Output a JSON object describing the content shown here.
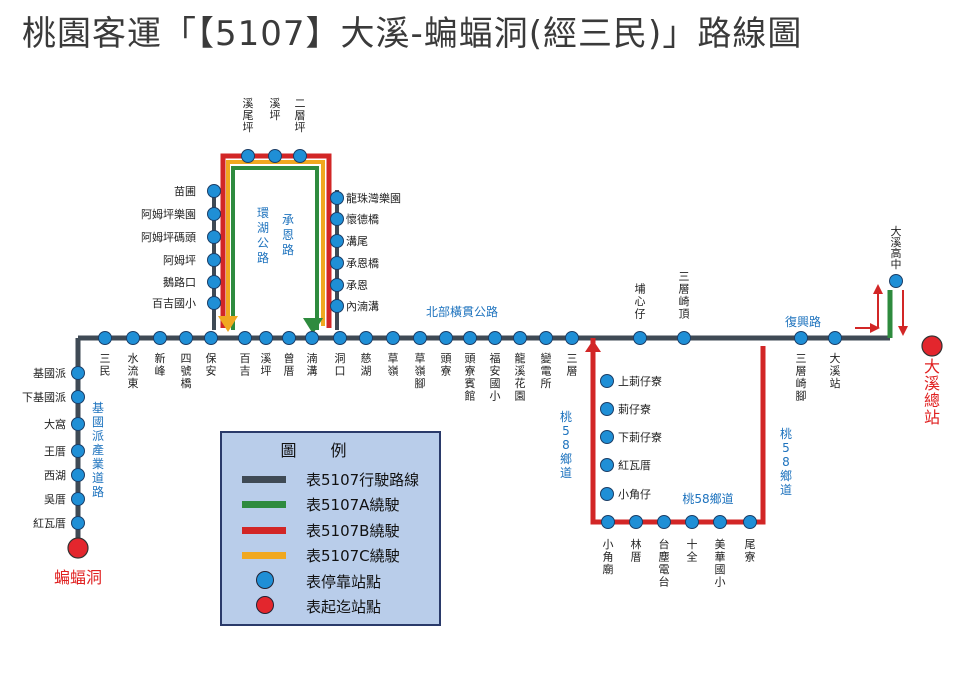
{
  "title": "桃園客運「【5107】大溪-蝙蝠洞(經三民)」路線圖",
  "colors": {
    "main": "#3f4a55",
    "route_a": "#2e8b3e",
    "route_b": "#d22626",
    "route_c": "#f0a820",
    "stop": "#1f8fd6",
    "terminal": "#e3262d",
    "road_label": "#1e73be"
  },
  "terminals": {
    "start": "蝙蝠洞",
    "end": "大溪總站"
  },
  "roads": {
    "north_road": "北部橫貫公路",
    "fuxing_road": "復興路",
    "huanhu": "環湖公路",
    "chengen": "承恩路",
    "jiguo": "基國派產業道路",
    "tao58_left": "桃58鄉道",
    "tao58_mid": "桃58鄉道",
    "tao58_right": "桃58鄉道"
  },
  "stops": {
    "west_branch": [
      "蝙蝠洞",
      "紅瓦厝",
      "吳厝",
      "西湖",
      "王厝",
      "大窩",
      "下基國派",
      "基國派"
    ],
    "main_line": [
      "三民",
      "水流東",
      "新峰",
      "四號橋",
      "保安",
      "百吉",
      "溪坪",
      "曾厝",
      "湳溝",
      "洞口",
      "慈湖",
      "草嶺",
      "草嶺腳",
      "頭寮",
      "頭寮賓館",
      "福安國小",
      "龍溪花園",
      "變電所",
      "三層",
      "埔心仔",
      "三層崎頂",
      "三層崎腳",
      "大溪站"
    ],
    "loop_left": [
      "百吉國小",
      "鵝路口",
      "阿姆坪",
      "阿姆坪碼頭",
      "阿姆坪樂園",
      "苗圃"
    ],
    "loop_top": [
      "溪尾坪",
      "溪坪",
      "二層坪"
    ],
    "loop_right": [
      "龍珠灣樂園",
      "懷德橋",
      "溝尾",
      "承恩橋",
      "承恩",
      "內湳溝"
    ],
    "south_left": [
      "上莿仔寮",
      "莿仔寮",
      "下莿仔寮",
      "紅瓦厝",
      "小角仔"
    ],
    "south_bottom": [
      "小角廟",
      "林厝",
      "台塵電台",
      "十全",
      "美華國小",
      "尾寮"
    ],
    "daxi_high": "大溪高中"
  },
  "legend": {
    "title": "圖例",
    "items": [
      {
        "label": "表5107行駛路線",
        "color": "#3f4a55",
        "kind": "line"
      },
      {
        "label": "表5107A繞駛",
        "color": "#2e8b3e",
        "kind": "line"
      },
      {
        "label": "表5107B繞駛",
        "color": "#d22626",
        "kind": "line"
      },
      {
        "label": "表5107C繞駛",
        "color": "#f0a820",
        "kind": "line"
      },
      {
        "label": "表停靠站點",
        "color": "#1f8fd6",
        "kind": "dot"
      },
      {
        "label": "表起迄站點",
        "color": "#e3262d",
        "kind": "dot"
      }
    ]
  }
}
